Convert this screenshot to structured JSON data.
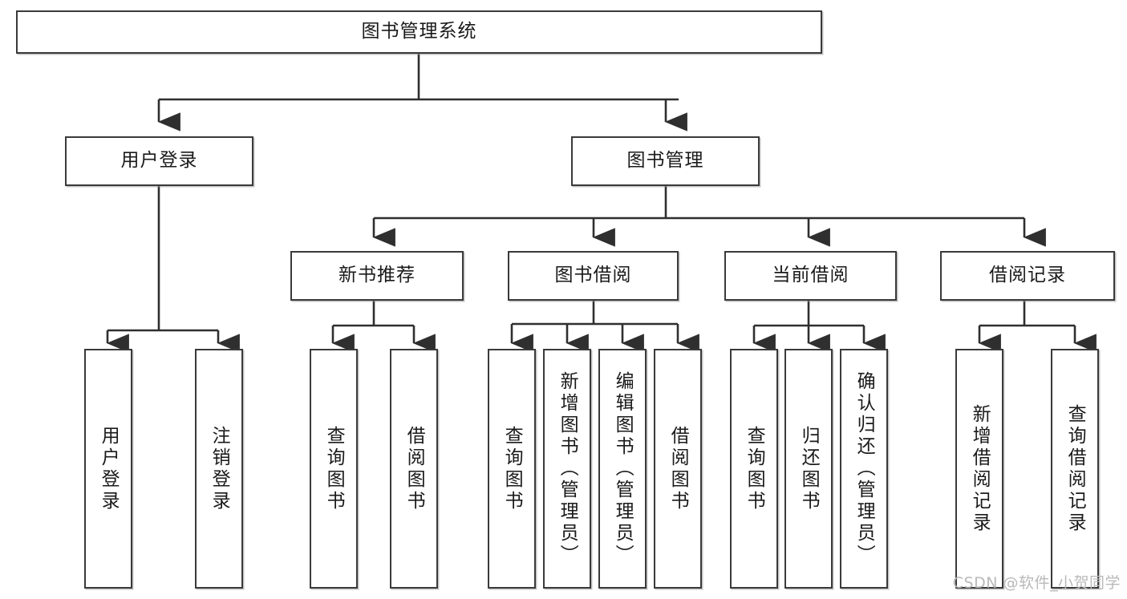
{
  "diagram": {
    "title": "图书管理系统",
    "type": "tree-hierarchy-diagram",
    "colors": {
      "box_border": "#3a3a3a",
      "box_fill": "#ffffff",
      "connector": "#2f2f2f",
      "text": "#1a1a1a",
      "watermark": "#b9b9b9",
      "background": "#ffffff"
    },
    "root": {
      "label": "图书管理系统"
    },
    "level2": [
      {
        "label": "用户登录"
      },
      {
        "label": "图书管理"
      }
    ],
    "level3": [
      {
        "label": "新书推荐"
      },
      {
        "label": "图书借阅"
      },
      {
        "label": "当前借阅"
      },
      {
        "label": "借阅记录"
      }
    ],
    "leaves": {
      "user_login": [
        {
          "label": "用户登录"
        },
        {
          "label": "注销登录"
        }
      ],
      "new_book_recommend": [
        {
          "label": "查询图书"
        },
        {
          "label": "借阅图书"
        }
      ],
      "book_borrow": [
        {
          "label": "查询图书"
        },
        {
          "label": "新增图书（管理员）"
        },
        {
          "label": "编辑图书（管理员）"
        },
        {
          "label": "借阅图书"
        }
      ],
      "current_borrow": [
        {
          "label": "查询图书"
        },
        {
          "label": "归还图书"
        },
        {
          "label": "确认归还（管理员）"
        }
      ],
      "borrow_record": [
        {
          "label": "新增借阅记录"
        },
        {
          "label": "查询借阅记录"
        }
      ]
    }
  },
  "watermark": {
    "text": "CSDN @软件_小贺同学"
  }
}
